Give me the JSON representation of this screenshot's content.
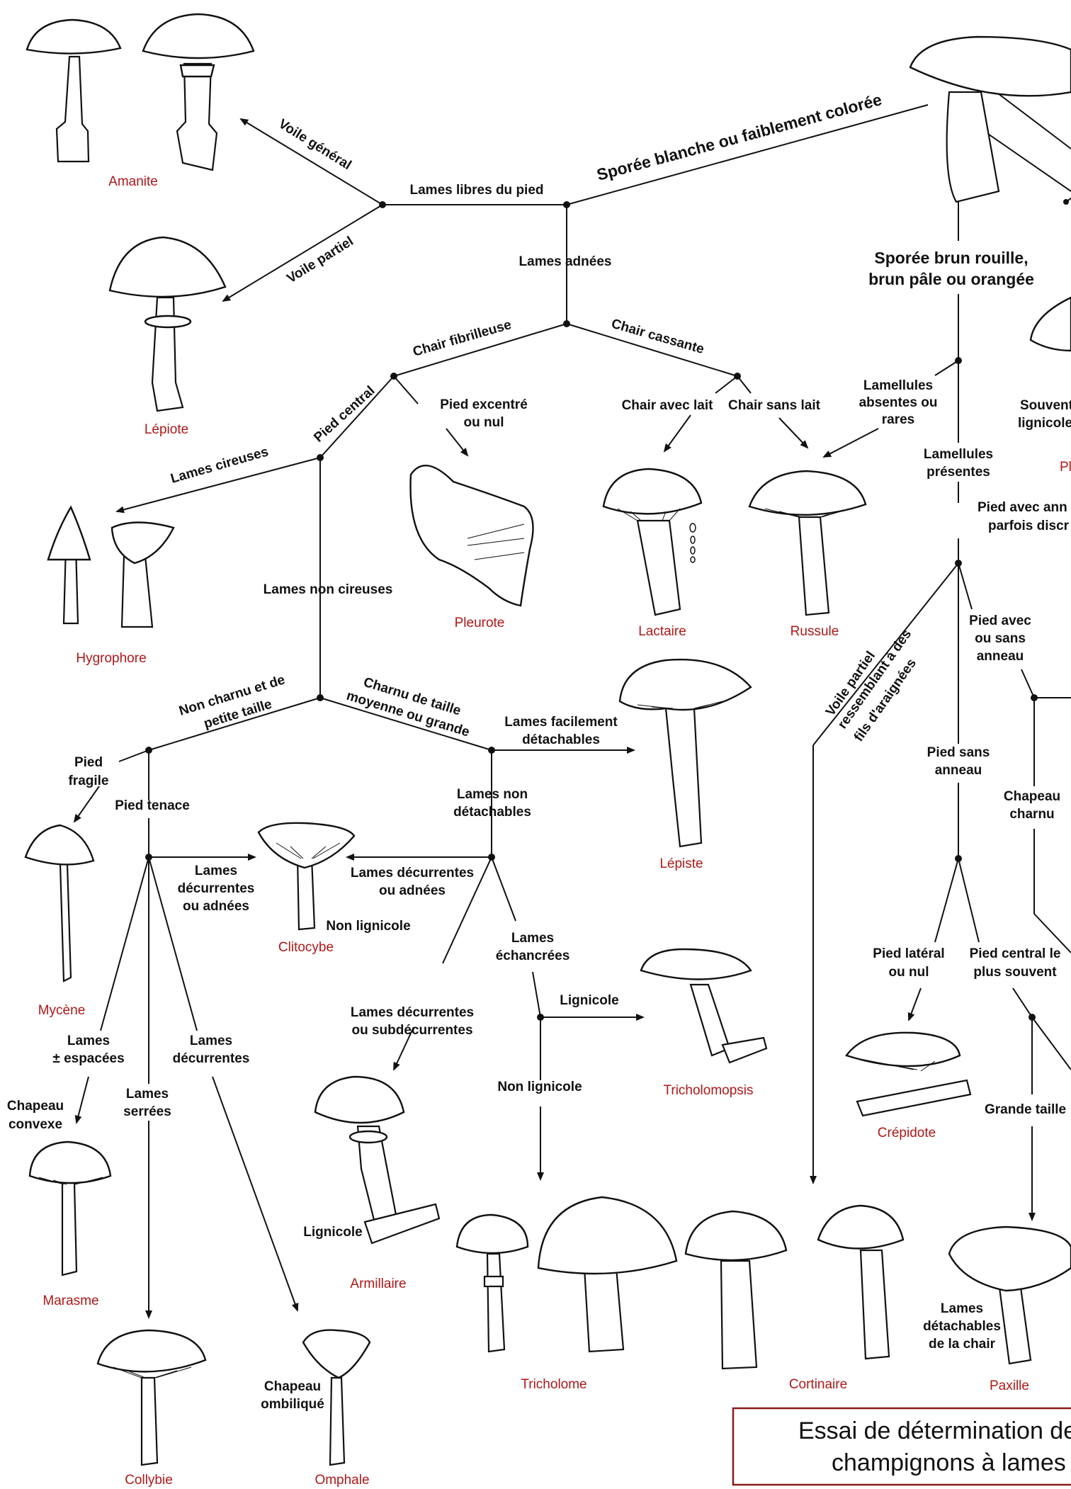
{
  "title": [
    "Essai de détermination de",
    "champignons à lames"
  ],
  "labels": {
    "spore_white": "Sporée blanche ou faiblement colorée",
    "lames_libres": "Lames libres du pied",
    "voile_general": "Voile général",
    "voile_partiel": "Voile partiel",
    "lames_adnees": "Lames adnées",
    "chair_fibrilleuse": "Chair fibrilleuse",
    "chair_cassante": "Chair cassante",
    "pied_central": "Pied central",
    "pied_excentre_1": "Pied excentré",
    "pied_excentre_2": "ou nul",
    "chair_avec_lait": "Chair avec lait",
    "chair_sans_lait": "Chair sans lait",
    "lames_cireuses": "Lames cireuses",
    "lames_non_cireuses": "Lames non cireuses",
    "non_charnu_1": "Non charnu et de",
    "non_charnu_2": "petite taille",
    "charnu_1": "Charnu de taille",
    "charnu_2": "moyenne ou grande",
    "lames_facilement_1": "Lames facilement",
    "lames_facilement_2": "détachables",
    "lames_non_det_1": "Lames non",
    "lames_non_det_2": "détachables",
    "pied_fragile_1": "Pied",
    "pied_fragile_2": "fragile",
    "pied_tenace": "Pied tenace",
    "lames_decurrentes_adnees_1": "Lames",
    "lames_decurrentes_adnees_2": "décurrentes",
    "lames_decurrentes_adnees_3": "ou adnées",
    "lames_dec_ou_adnees_1": "Lames décurrentes",
    "lames_dec_ou_adnees_2": "ou adnées",
    "non_lignicole": "Non lignicole",
    "lames_echancrees_1": "Lames",
    "lames_echancrees_2": "échancrées",
    "lames_dec_subdec_1": "Lames décurrentes",
    "lames_dec_subdec_2": "ou subdécurrentes",
    "lignicole": "Lignicole",
    "non_lignicole_2": "Non lignicole",
    "lames_espacees_1": "Lames",
    "lames_espacees_2": "± espacées",
    "lames_decurrentes_1": "Lames",
    "lames_decurrentes_2": "décurrentes",
    "lames_serrees_1": "Lames",
    "lames_serrees_2": "serrées",
    "chapeau_convexe_1": "Chapeau",
    "chapeau_convexe_2": "convexe",
    "lignicole_2": "Lignicole",
    "chapeau_ombilique_1": "Chapeau",
    "chapeau_ombilique_2": "ombiliqué",
    "spore_brun_1": "Sporée brun rouille,",
    "spore_brun_2": "brun pâle ou orangée",
    "lamellules_absentes_1": "Lamellules",
    "lamellules_absentes_2": "absentes ou",
    "lamellules_absentes_3": "rares",
    "lamellules_presentes_1": "Lamellules",
    "lamellules_presentes_2": "présentes",
    "souvent_1": "Souvent",
    "souvent_2": "lignicole",
    "pied_avec_ann_1": "Pied avec ann",
    "pied_avec_ann_2": "parfois discr",
    "pied_avec_sans_1": "Pied avec",
    "pied_avec_sans_2": "ou sans",
    "pied_avec_sans_3": "anneau",
    "voile_araignees_1": "Voile partiel",
    "voile_araignees_2": "ressemblant à des",
    "voile_araignees_3": "fils d'araignées",
    "pied_sans_anneau_1": "Pied sans",
    "pied_sans_anneau_2": "anneau",
    "chapeau_charnu_1": "Chapeau",
    "chapeau_charnu_2": "charnu",
    "pied_lateral_1": "Pied latéral",
    "pied_lateral_2": "ou nul",
    "pied_central_le_1": "Pied central le",
    "pied_central_le_2": "plus souvent",
    "grande_taille": "Grande taille",
    "lames_det_chair_1": "Lames",
    "lames_det_chair_2": "détachables",
    "lames_det_chair_3": "de la chair"
  },
  "genera": {
    "amanite": "Amanite",
    "lepiote": "Lépiote",
    "hygrophore": "Hygrophore",
    "pleurote": "Pleurote",
    "lactaire": "Lactaire",
    "russule": "Russule",
    "lepiste": "Lépiste",
    "mycene": "Mycène",
    "clitocybe": "Clitocybe",
    "tricholomopsis": "Tricholomopsis",
    "marasme": "Marasme",
    "armillaire": "Armillaire",
    "tricholome": "Tricholome",
    "cortinaire": "Cortinaire",
    "crepidote": "Crépidote",
    "paxille": "Paxille",
    "collybie": "Collybie",
    "omphale": "Omphale",
    "partial_pl": "Pl"
  }
}
